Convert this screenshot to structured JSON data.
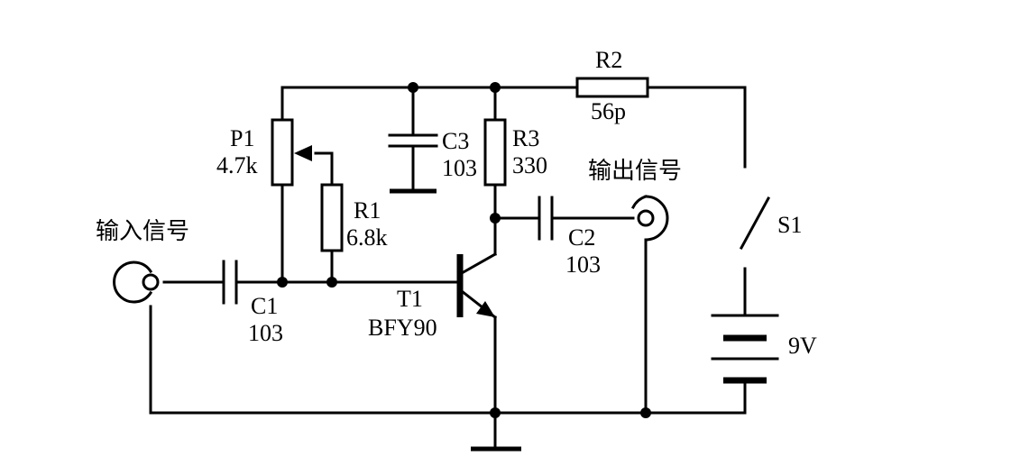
{
  "labels": {
    "input_signal": "输入信号",
    "output_signal": "输出信号",
    "p1_name": "P1",
    "p1_value": "4.7k",
    "r1_name": "R1",
    "r1_value": "6.8k",
    "r2_name": "R2",
    "r2_value": "56p",
    "r3_name": "R3",
    "r3_value": "330",
    "c1_name": "C1",
    "c1_value": "103",
    "c2_name": "C2",
    "c2_value": "103",
    "c3_name": "C3",
    "c3_value": "103",
    "t1_name": "T1",
    "t1_value": "BFY90",
    "s1_name": "S1",
    "battery_value": "9V"
  }
}
